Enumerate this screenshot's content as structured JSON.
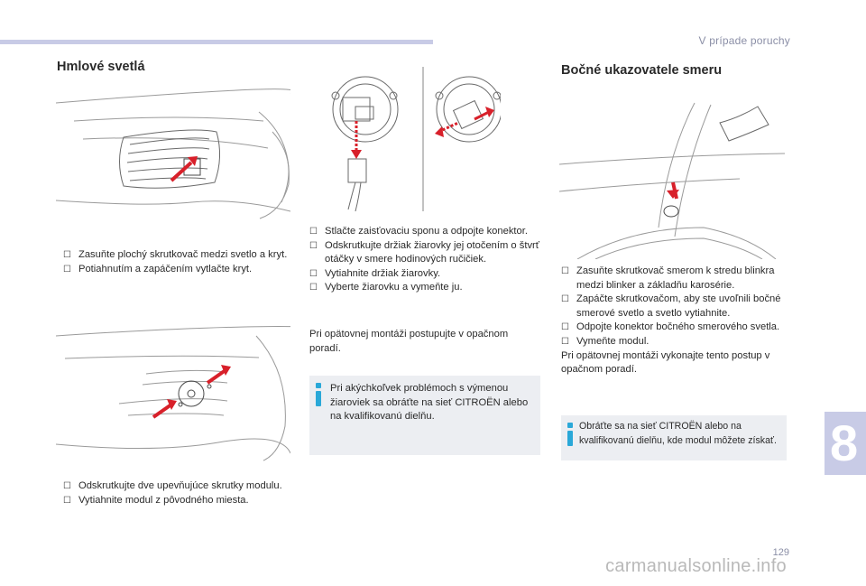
{
  "header": {
    "chapter_title": "V prípade poruchy",
    "chapter_number": "8",
    "page_number": "129"
  },
  "left_section": {
    "title": "Hmlové svetlá",
    "bullets_1": [
      "Zasuňte plochý skrutkovač medzi svetlo a kryt.",
      "Potiahnutím a zapáčením vytlačte kryt."
    ],
    "bullets_2": [
      "Odskrutkujte dve upevňujúce skrutky modulu.",
      "Vytiahnite modul z pôvodného miesta."
    ]
  },
  "middle_section": {
    "bullets": [
      "Stlačte zaisťovaciu sponu a odpojte konektor.",
      "Odskrutkujte držiak žiarovky jej otočením o štvrť otáčky v smere hodinových ručičiek.",
      "Vytiahnite držiak žiarovky.",
      "Vyberte žiarovku a vymeňte ju."
    ],
    "paragraph": "Pri opätovnej montáži postupujte v opačnom poradí.",
    "info_box": "Pri akýchkoľvek problémoch s výmenou žiaroviek sa obráťte na sieť CITROËN alebo na kvalifikovanú dielňu."
  },
  "right_section": {
    "title": "Bočné ukazovatele smeru",
    "bullets": [
      "Zasuňte skrutkovač smerom k stredu blinkra medzi blinker a základňu karosérie.",
      "Zapáčte skrutkovačom, aby ste uvoľnili bočné smerové svetlo a svetlo vytiahnite.",
      "Odpojte konektor bočného smerového svetla.",
      "Vymeňte modul."
    ],
    "paragraph": "Pri opätovnej montáži vykonajte tento postup v opačnom poradí.",
    "info_box": "Obráťte sa na sieť CITROËN alebo na kvalifikovanú dielňu, kde modul môžete získať."
  },
  "watermark": "carmanualsonline.info",
  "colors": {
    "accent_bar": "#c8cbe6",
    "arrow_red": "#d8202a",
    "info_icon": "#2aa8d8",
    "info_bg": "#eceef2"
  },
  "icons": {
    "bullet": "checkbox-bullet-icon",
    "info": "info-icon"
  }
}
